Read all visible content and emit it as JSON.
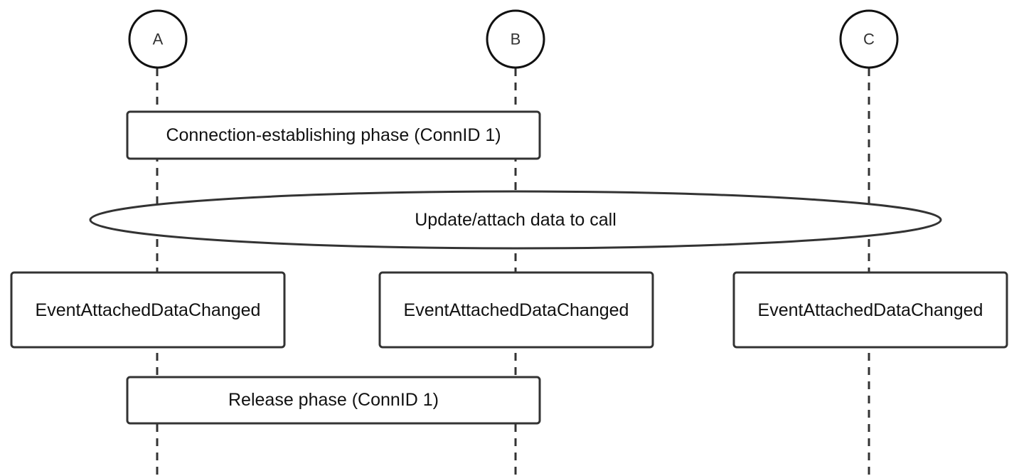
{
  "participants": {
    "a": "A",
    "b": "B",
    "c": "C"
  },
  "steps": {
    "connection": "Connection-establishing phase (ConnID 1)",
    "update": "Update/attach data to call",
    "event_a": "EventAttachedDataChanged",
    "event_b": "EventAttachedDataChanged",
    "event_c": "EventAttachedDataChanged",
    "release": "Release phase (ConnID 1)"
  }
}
